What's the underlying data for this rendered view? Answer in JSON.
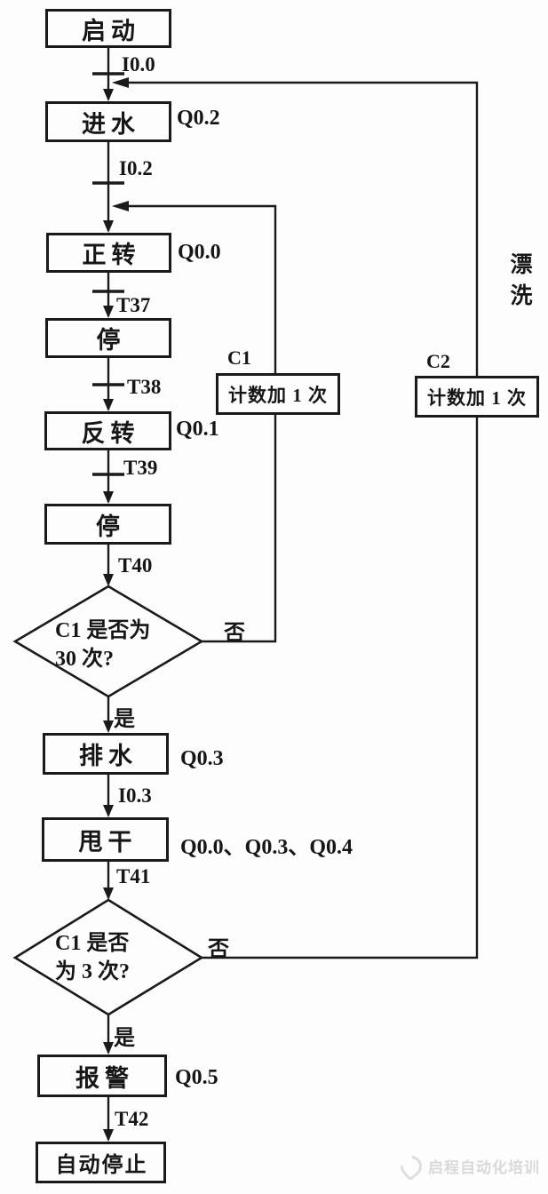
{
  "flowchart": {
    "steps": {
      "start": "启动",
      "water_in": "进水",
      "forward": "正转",
      "stop1": "停",
      "reverse": "反转",
      "stop2": "停",
      "drain": "排水",
      "spin": "甩干",
      "alarm": "报警",
      "auto_stop": "自动停止"
    },
    "transitions": {
      "i00": "I0.0",
      "i02": "I0.2",
      "t37": "T37",
      "t38": "T38",
      "t39": "T39",
      "t40": "T40",
      "i03": "I0.3",
      "t41": "T41",
      "t42": "T42"
    },
    "outputs": {
      "water_in": "Q0.2",
      "forward": "Q0.0",
      "reverse": "Q0.1",
      "drain": "Q0.3",
      "spin": "Q0.0、Q0.3、Q0.4",
      "alarm": "Q0.5"
    },
    "decisions": {
      "d1_line1": "C1 是否为",
      "d1_line2": "30 次?",
      "d2_line1": "C1 是否",
      "d2_line2": "为 3 次?",
      "no1": "否",
      "yes1": "是",
      "no2": "否",
      "yes2": "是"
    },
    "counters": {
      "c1_label": "C1",
      "c1_text": "计数加 1 次",
      "c2_label": "C2",
      "c2_text": "计数加 1 次"
    },
    "rinse_label": "漂洗",
    "watermark": "启程自动化培训",
    "colors": {
      "line": "#1a1a1a",
      "background": "#fdfdfd",
      "watermark": "#d9d9d9"
    }
  }
}
